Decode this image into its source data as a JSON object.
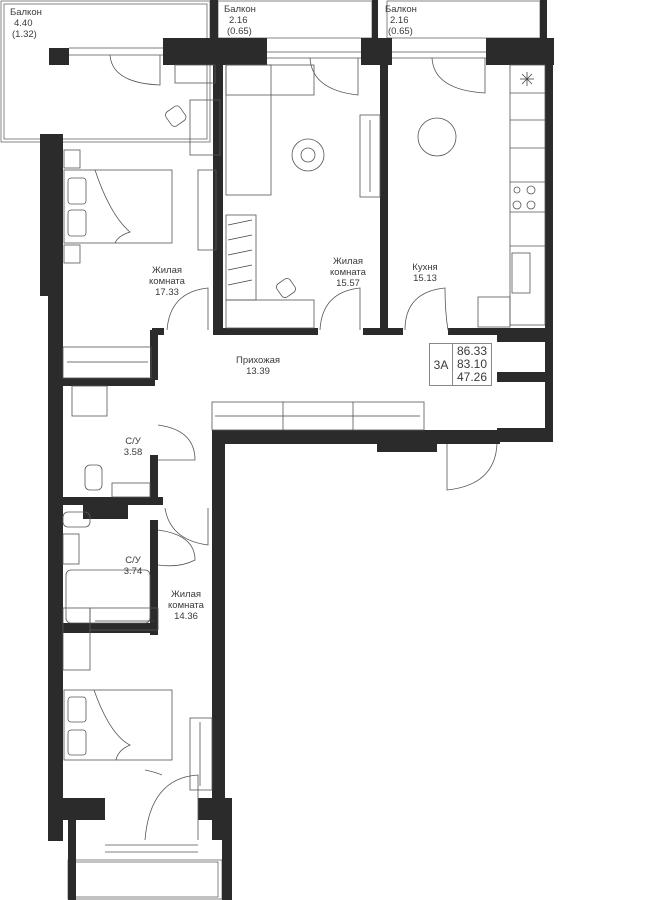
{
  "balconies": [
    {
      "name": "Балкон",
      "area": "4.40",
      "reduced": "(1.32)"
    },
    {
      "name": "Балкон",
      "area": "2.16",
      "reduced": "(0.65)"
    },
    {
      "name": "Балкон",
      "area": "2.16",
      "reduced": "(0.65)"
    }
  ],
  "rooms": {
    "living1": {
      "name1": "Жилая",
      "name2": "комната",
      "area": "17.33"
    },
    "living2": {
      "name1": "Жилая",
      "name2": "комната",
      "area": "15.57"
    },
    "kitchen": {
      "name": "Кухня",
      "area": "15.13"
    },
    "hall": {
      "name": "Прихожая",
      "area": "13.39"
    },
    "bath1": {
      "name": "С/У",
      "area": "3.58"
    },
    "bath2": {
      "name": "С/У",
      "area": "3.74"
    },
    "living3": {
      "name1": "Жилая",
      "name2": "комната",
      "area": "14.36"
    }
  },
  "apartment": {
    "type": "3A",
    "total_area": "86.33",
    "area_reduced": "83.10",
    "living_area": "47.26"
  },
  "colors": {
    "wall": "#2b2b2b",
    "line": "#555555"
  }
}
